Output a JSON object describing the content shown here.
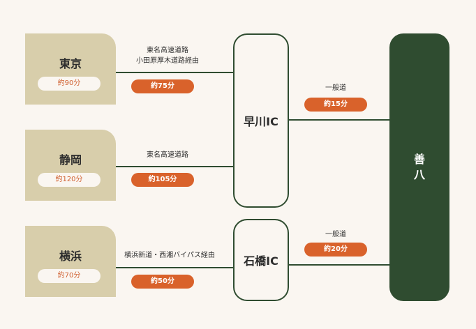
{
  "origins": [
    {
      "name": "東京",
      "time": "約90分"
    },
    {
      "name": "静岡",
      "time": "約120分"
    },
    {
      "name": "横浜",
      "time": "約70分"
    }
  ],
  "routes": [
    {
      "line1": "東名高速道路",
      "line2": "小田原厚木道路経由",
      "time": "約75分"
    },
    {
      "line1": "東名高速道路",
      "line2": "",
      "time": "約105分"
    },
    {
      "line1": "横浜新道・西湘バイパス経由",
      "line2": "",
      "time": "約50分"
    }
  ],
  "interchanges": [
    {
      "name": "早川IC",
      "road": "一般道",
      "time": "約15分"
    },
    {
      "name": "石橋IC",
      "road": "一般道",
      "time": "約20分"
    }
  ],
  "destination": {
    "line1": "善",
    "line2": "八"
  },
  "colors": {
    "background": "#faf6f1",
    "origin_box": "#d8ceab",
    "dark_green": "#2f4c30",
    "pill_orange": "#d9622b"
  }
}
